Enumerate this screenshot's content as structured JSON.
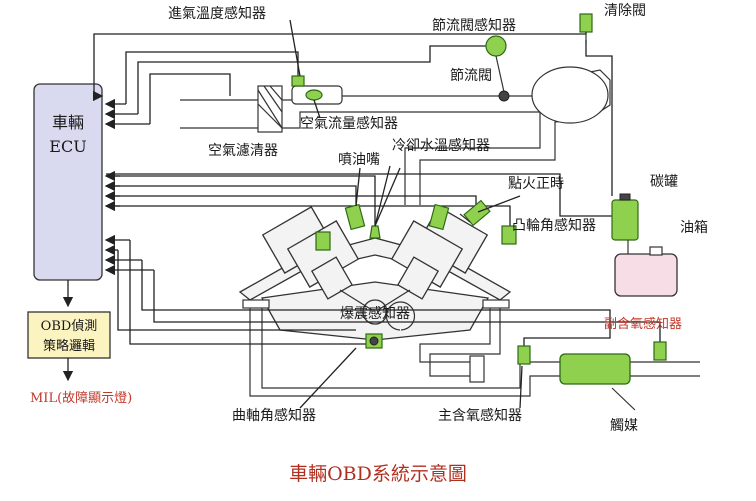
{
  "ecu": {
    "line1": "車輛",
    "line2": "ECU"
  },
  "obd_box": {
    "line1": "OBD偵測",
    "line2": "策略邏輯"
  },
  "mil": "MIL(故障顯示燈)",
  "labels": {
    "intake_temp": "進氣溫度感知器",
    "throttle_sensor": "節流閥感知器",
    "purge_valve": "清除閥",
    "throttle_valve": "節流閥",
    "air_flow": "空氣流量感知器",
    "air_filter": "空氣濾清器",
    "coolant_temp": "冷卻水溫感知器",
    "injector": "噴油嘴",
    "ignition": "點火正時",
    "canister": "碳罐",
    "camshaft": "凸輪角感知器",
    "fuel_tank": "油箱",
    "knock": "爆震感知器",
    "secondary_o2": "副含氧感知器",
    "crankshaft": "曲軸角感知器",
    "main_o2": "主含氧感知器",
    "catalyst": "觸媒"
  },
  "caption": "車輛OBD系統示意圖",
  "colors": {
    "sensor_green": "#8fd14f",
    "ecu_fill": "#d9d9ef",
    "obd_fill": "#fbf3c0",
    "tank_fill": "#f7dde6",
    "caption_red": "#b03020",
    "label_red": "#c0392b"
  }
}
